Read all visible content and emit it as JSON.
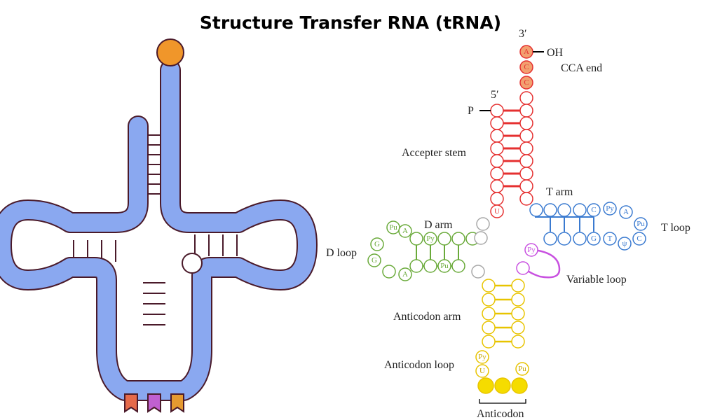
{
  "title": "Structure Transfer RNA (tRNA)",
  "colors": {
    "backbone": "#8aa8f0",
    "outline": "#4a1a2a",
    "head": "#f0962a",
    "acceptor": "#e53030",
    "t_arm": "#3a7ad0",
    "d_arm": "#6aaa3a",
    "anticodon": "#e8c400",
    "variable": "#c850e0",
    "connector": "#a8a8a8",
    "bases": [
      "#e66a4a",
      "#c060d0",
      "#e69a30"
    ]
  },
  "labels": {
    "three_prime": "3′",
    "five_prime": "5′",
    "oh": "OH",
    "p": "P",
    "cca_end": "CCA end",
    "accepter_stem": "Accepter stem",
    "t_arm": "T arm",
    "t_loop": "T loop",
    "d_arm": "D arm",
    "d_loop": "D loop",
    "variable_loop": "Variable loop",
    "anticodon_arm": "Anticodon arm",
    "anticodon_loop": "Anticodon loop",
    "anticodon": "Anticodon"
  },
  "nucleotides": {
    "cca": [
      "A",
      "C",
      "C"
    ],
    "acceptor_bottom": "U",
    "t_arm": [
      "C",
      "Py",
      "A",
      "Pu",
      "C",
      "ψ",
      "T",
      "G"
    ],
    "d_arm": [
      "Pu",
      "A",
      "G",
      "G",
      "A",
      "Py",
      "Pu"
    ],
    "variable": "Py",
    "anticodon_loop": [
      "Py",
      "U",
      "Pu"
    ]
  }
}
